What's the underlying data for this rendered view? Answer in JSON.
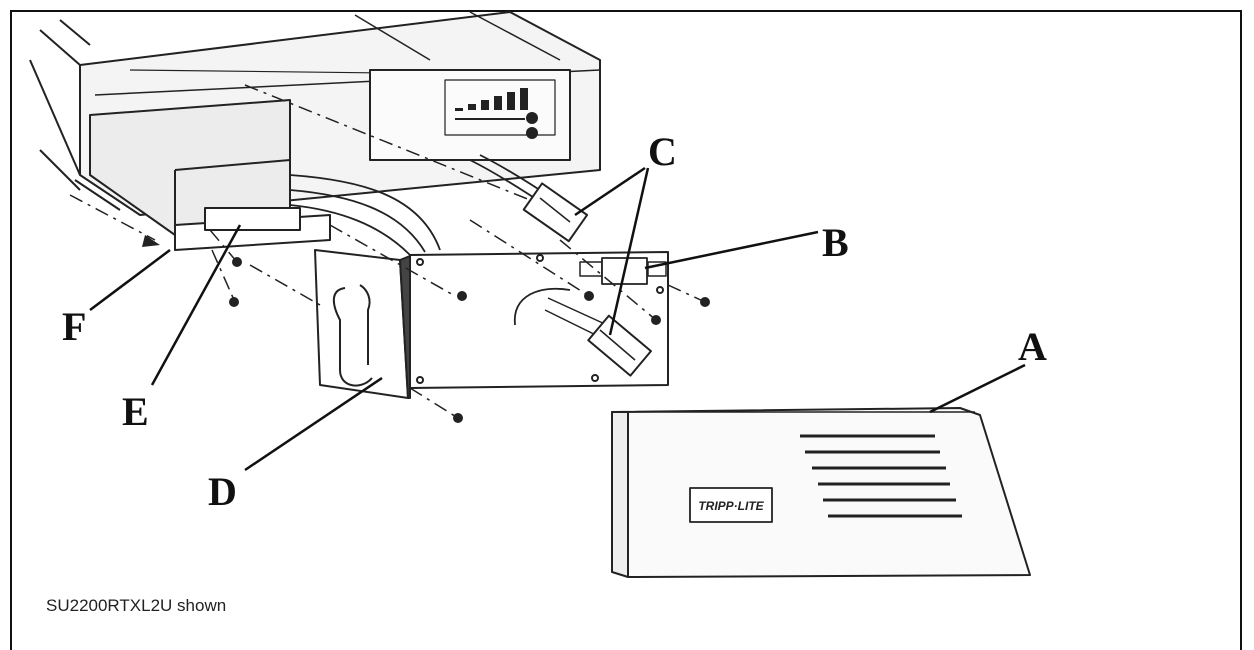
{
  "figure": {
    "caption": "SU2200RTXL2U shown",
    "logo_text": "TRIPP·LITE",
    "callouts": {
      "a": "A",
      "b": "B",
      "c": "C",
      "d": "D",
      "e": "E",
      "f": "F"
    }
  }
}
